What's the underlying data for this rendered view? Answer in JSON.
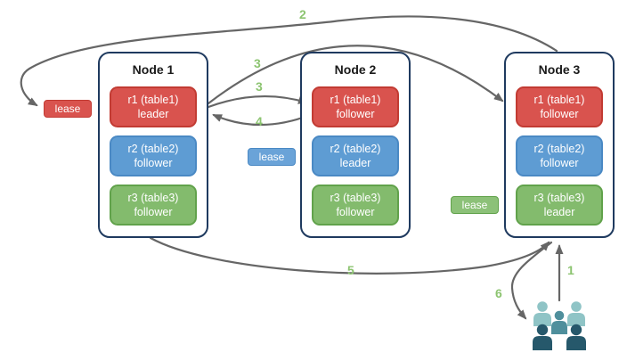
{
  "nodes": [
    {
      "title": "Node 1",
      "replicas": [
        {
          "name": "r1 (table1)",
          "role": "leader",
          "color": "red"
        },
        {
          "name": "r2 (table2)",
          "role": "follower",
          "color": "blue"
        },
        {
          "name": "r3 (table3)",
          "role": "follower",
          "color": "green"
        }
      ]
    },
    {
      "title": "Node 2",
      "replicas": [
        {
          "name": "r1 (table1)",
          "role": "follower",
          "color": "red"
        },
        {
          "name": "r2 (table2)",
          "role": "leader",
          "color": "blue"
        },
        {
          "name": "r3 (table3)",
          "role": "follower",
          "color": "green"
        }
      ]
    },
    {
      "title": "Node 3",
      "replicas": [
        {
          "name": "r1 (table1)",
          "role": "follower",
          "color": "red"
        },
        {
          "name": "r2 (table2)",
          "role": "follower",
          "color": "blue"
        },
        {
          "name": "r3 (table3)",
          "role": "leader",
          "color": "green"
        }
      ]
    }
  ],
  "leases": [
    {
      "label": "lease",
      "color": "red"
    },
    {
      "label": "lease",
      "color": "blue"
    },
    {
      "label": "lease",
      "color": "green"
    }
  ],
  "steps": {
    "step1": "1",
    "step2": "2",
    "step3_upper": "3",
    "step3_lower": "3",
    "step4": "4",
    "step5": "5",
    "step6": "6"
  },
  "arrows": [
    {
      "step": "2",
      "from": "node-3-top",
      "to": "lease-red-badge"
    },
    {
      "step": "3",
      "from": "node-1-r1-leader",
      "to": "node-3-r1-follower"
    },
    {
      "step": "3",
      "from": "node-1-r1-leader",
      "to": "node-2-r1-follower"
    },
    {
      "step": "4",
      "from": "node-2-r1-follower",
      "to": "node-1-r1-leader"
    },
    {
      "step": "5",
      "from": "node-1-bottom",
      "to": "node-3-bottom"
    },
    {
      "step": "1",
      "from": "clients",
      "to": "node-3-bottom"
    },
    {
      "step": "6",
      "from": "node-3-bottom",
      "to": "clients"
    }
  ],
  "icons": {
    "clients": "users-group-icon"
  },
  "colors": {
    "replica_red": "#d9534e",
    "replica_red_border": "#c23b33",
    "replica_blue": "#5e9cd3",
    "replica_blue_border": "#4a89c4",
    "replica_green": "#83bb6d",
    "replica_green_border": "#61a24b",
    "node_border": "#1f3a5f",
    "arrow_gray": "#666666",
    "step_green": "#8cc470",
    "users_light_teal": "#8fc4c6",
    "users_mid_teal": "#4f8f9c",
    "users_dark_teal": "#26586b"
  }
}
